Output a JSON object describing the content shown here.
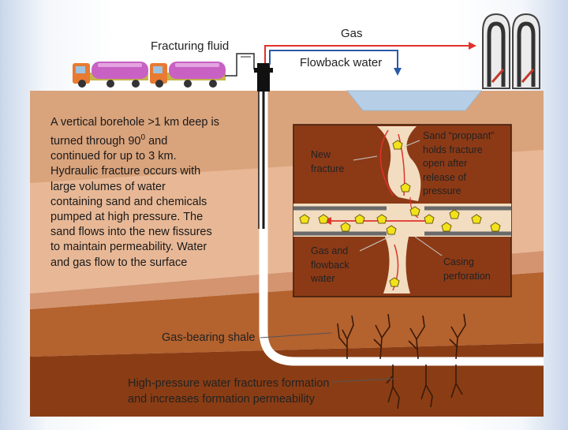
{
  "labels": {
    "fracturing_fluid": "Fracturing fluid",
    "gas": "Gas",
    "flowback_water": "Flowback water",
    "new_fracture": [
      "New",
      "fracture"
    ],
    "sand_proppant": [
      "Sand  “proppant”",
      "holds fracture",
      "open after",
      "release of",
      "pressure"
    ],
    "gas_flowback": [
      "Gas and",
      "flowback",
      "water"
    ],
    "casing_perforation": [
      "Casing",
      "perforation"
    ],
    "gas_bearing_shale": "Gas-bearing shale",
    "high_pressure": [
      "High-pressure water fractures formation",
      "and increases formation permeability"
    ]
  },
  "description": {
    "lines": [
      "A vertical borehole >1 km deep is",
      "turned through 90",
      "continued for up to 3 km.",
      "Hydraulic fracture occurs with",
      "large volumes of water",
      "containing sand  and chemicals",
      "pumped at high pressure. The",
      "sand flows into the new fissures",
      "to maintain permeability. Water",
      "and gas flow to the surface"
    ],
    "degree_superscript": "0",
    "line2_suffix": " and"
  },
  "colors": {
    "ground_light": "#d9a37c",
    "ground_band": "#e8b896",
    "shale_mid": "#b4622e",
    "shale_dark": "#8a3d14",
    "inset_rock": "#8c3a16",
    "fracture": "#f3ddc0",
    "proppant": "#f2e21a",
    "arrow_red": "#e0322c",
    "arrow_blue": "#2a5aa8",
    "truck_tank": "#c861c3",
    "truck_cab": "#e87a32",
    "pond_water": "#b6cfe6",
    "silo": "#ececec"
  }
}
